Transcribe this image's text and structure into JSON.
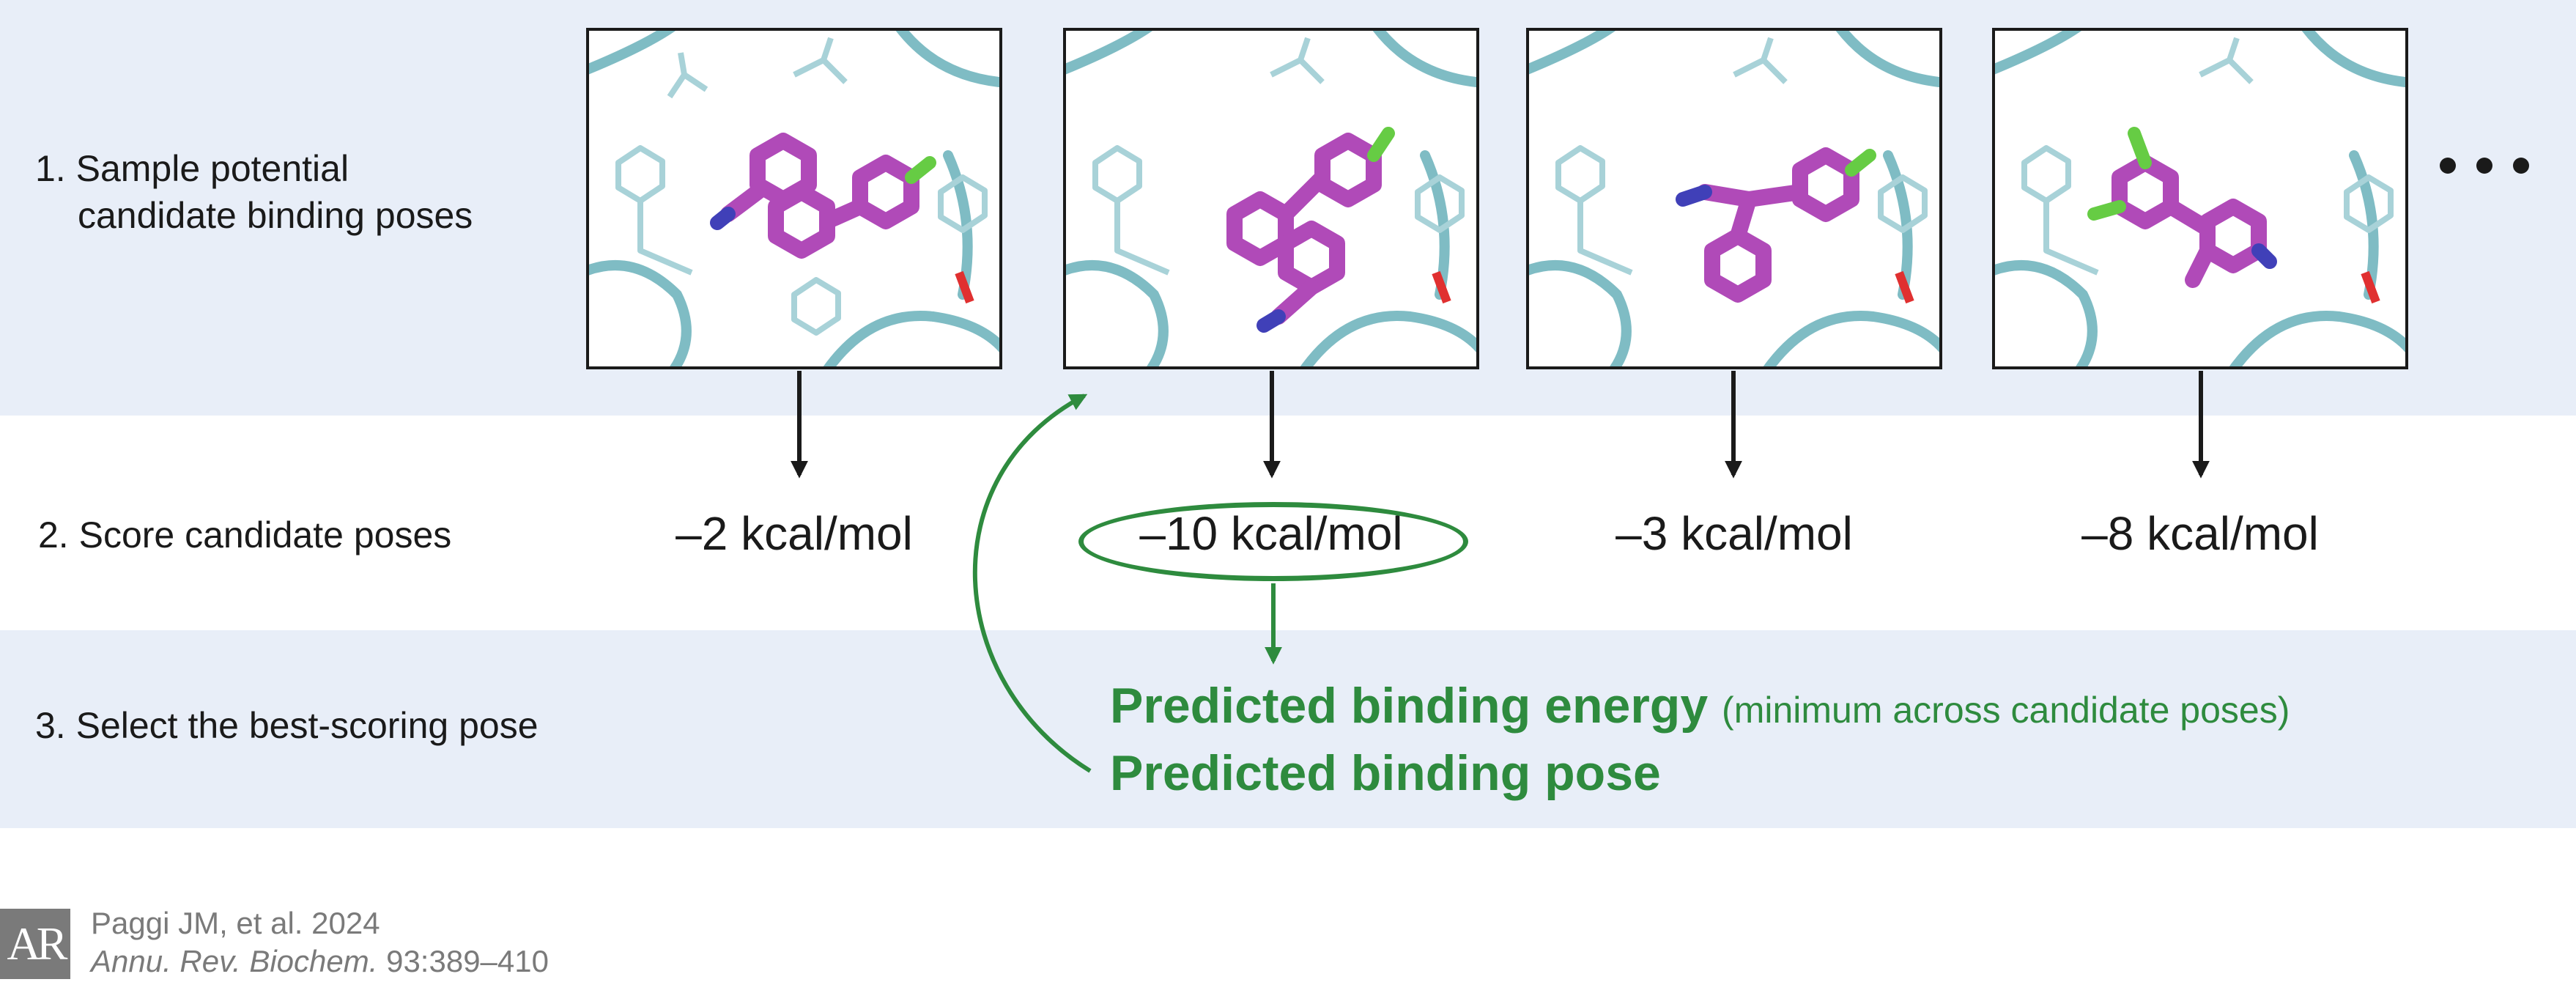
{
  "steps": {
    "sample_line1": "1. Sample potential",
    "sample_line2": "candidate binding poses",
    "score": "2. Score candidate poses",
    "select": "3. Select the best-scoring pose"
  },
  "scores": [
    "–2 kcal/mol",
    "–10 kcal/mol",
    "–3 kcal/mol",
    "–8 kcal/mol"
  ],
  "result": {
    "energy": "Predicted binding energy",
    "energy_note": "(minimum across candidate poses)",
    "pose": "Predicted binding pose"
  },
  "citation": {
    "logo": "AR",
    "line1": "Paggi JM, et al. 2024",
    "journal": "Annu. Rev. Biochem.",
    "pages": "93:389–410"
  },
  "colors": {
    "band": "#e8eef8",
    "accent_green": "#2e8b3e",
    "ligand": "#b04ab8",
    "protein": "#7fbcc4",
    "text": "#1a1a1a",
    "citation": "#7a7a7a"
  }
}
